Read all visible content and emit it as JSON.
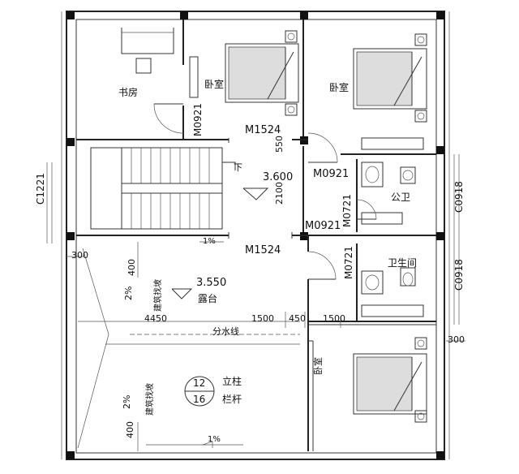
{
  "rooms": {
    "study": "书房",
    "bedroom": "卧室",
    "public_wc": "公卫",
    "toilet": "卫生间",
    "terrace": "露台"
  },
  "doors": {
    "m1524_top": "M1524",
    "m1524_bottom": "M1524",
    "m0921_study": "M0921",
    "m0921_right": "M0921",
    "m0921_left": "M0921",
    "m0721_a": "M0721",
    "m0721_b": "M0721"
  },
  "windows": {
    "c0918_upper": "C0918",
    "c0918_lower": "C0918",
    "c1221": "C1221"
  },
  "levels": {
    "floor": "3.600",
    "terrace": "3.550"
  },
  "annotations": {
    "down": "下",
    "water_line": "分水线",
    "slope_text": "建筑找坡",
    "slope_pct": "2%",
    "one_pct": "1%",
    "one_pct_b": "1%",
    "col_top": "12",
    "col_bottom": "16",
    "col_label": "立柱",
    "rail_label": "栏杆"
  },
  "dimensions": {
    "d550": "550",
    "d2100": "2100",
    "d4450": "4450",
    "d1500a": "1500",
    "d450": "450",
    "d1500b": "1500",
    "d300a": "300",
    "d300b": "300",
    "d400a": "400",
    "d400b": "400"
  },
  "colors": {
    "line": "#222222",
    "background": "#ffffff"
  }
}
